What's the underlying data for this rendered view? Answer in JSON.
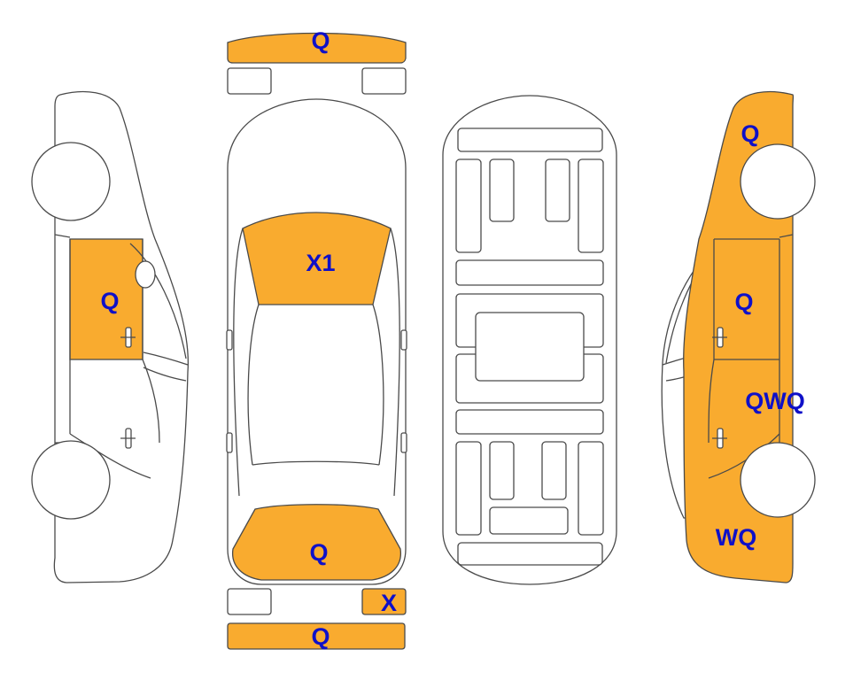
{
  "colors": {
    "damage_fill": "#F9AB2F",
    "label": "#0F10C8",
    "outline": "#4A4A4A",
    "background": "#FFFFFF"
  },
  "labels": {
    "front_bumper": "Q",
    "hood": "X1",
    "trunk": "Q",
    "rear_right_plate": "X",
    "rear_bumper": "Q",
    "left_front_door": "Q",
    "right_front_fender": "Q",
    "right_front_door": "Q",
    "right_rear_door": "QWQ",
    "right_rear_quarter": "WQ"
  }
}
